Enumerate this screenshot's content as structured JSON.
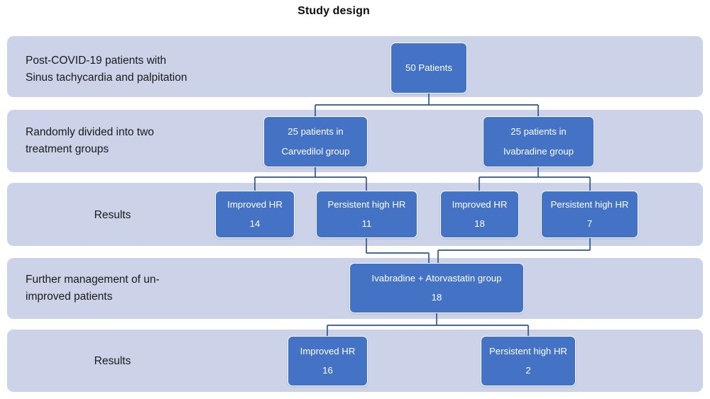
{
  "title": "Study design",
  "bands": [
    {
      "id": "band-enrollment",
      "label": "Post-COVID-19 patients with\nSinus tachycardia and palpitation",
      "align": "left"
    },
    {
      "id": "band-randomization",
      "label": "Randomly divided into two\ntreatment groups",
      "align": "left"
    },
    {
      "id": "band-results-1",
      "label": "Results",
      "align": "centered"
    },
    {
      "id": "band-further-management",
      "label": "Further management of un-\nimproved patients",
      "align": "left"
    },
    {
      "id": "band-results-2",
      "label": "Results",
      "align": "centered"
    }
  ],
  "nodes": [
    {
      "id": "node-total-patients",
      "line1": "50 Patients",
      "line2": ""
    },
    {
      "id": "node-carvedilol-group",
      "line1": "25 patients in",
      "line2": "Carvedilol group"
    },
    {
      "id": "node-ivabradine-group",
      "line1": "25 patients in",
      "line2": "Ivabradine group"
    },
    {
      "id": "node-carvedilol-improved",
      "line1": "Improved HR",
      "line2": "14"
    },
    {
      "id": "node-carvedilol-persistent",
      "line1": "Persistent high HR",
      "line2": "11"
    },
    {
      "id": "node-ivabradine-improved",
      "line1": "Improved HR",
      "line2": "18"
    },
    {
      "id": "node-ivabradine-persistent",
      "line1": "Persistent high HR",
      "line2": "7"
    },
    {
      "id": "node-ivabradine-atorvastatin",
      "line1": "Ivabradine + Atorvastatin group",
      "line2": "18"
    },
    {
      "id": "node-final-improved",
      "line1": "Improved HR",
      "line2": "16"
    },
    {
      "id": "node-final-persistent",
      "line1": "Persistent high HR",
      "line2": "2"
    }
  ],
  "colors": {
    "band_fill": "#ccd2e8",
    "node_fill": "#4472c4",
    "connector": "#2f5597",
    "node_text": "#ffffff",
    "label_text": "#1a1a1a",
    "title_text": "#0d0d0d",
    "background": "#ffffff"
  },
  "chart_data": {
    "type": "diagram",
    "title": "Study design",
    "flow": [
      {
        "stage": "Post-COVID-19 patients with Sinus tachycardia and palpitation",
        "groups": [
          {
            "name": "50 Patients",
            "count": 50
          }
        ]
      },
      {
        "stage": "Randomly divided into two treatment groups",
        "groups": [
          {
            "name": "25 patients in Carvedilol group",
            "count": 25
          },
          {
            "name": "25 patients in Ivabradine group",
            "count": 25
          }
        ]
      },
      {
        "stage": "Results",
        "groups": [
          {
            "name": "Improved HR",
            "count": 14,
            "parent": "Carvedilol group"
          },
          {
            "name": "Persistent high HR",
            "count": 11,
            "parent": "Carvedilol group"
          },
          {
            "name": "Improved HR",
            "count": 18,
            "parent": "Ivabradine group"
          },
          {
            "name": "Persistent high HR",
            "count": 7,
            "parent": "Ivabradine group"
          }
        ]
      },
      {
        "stage": "Further management of un-improved patients",
        "groups": [
          {
            "name": "Ivabradine + Atorvastatin group",
            "count": 18
          }
        ]
      },
      {
        "stage": "Results",
        "groups": [
          {
            "name": "Improved HR",
            "count": 16
          },
          {
            "name": "Persistent high HR",
            "count": 2
          }
        ]
      }
    ]
  }
}
